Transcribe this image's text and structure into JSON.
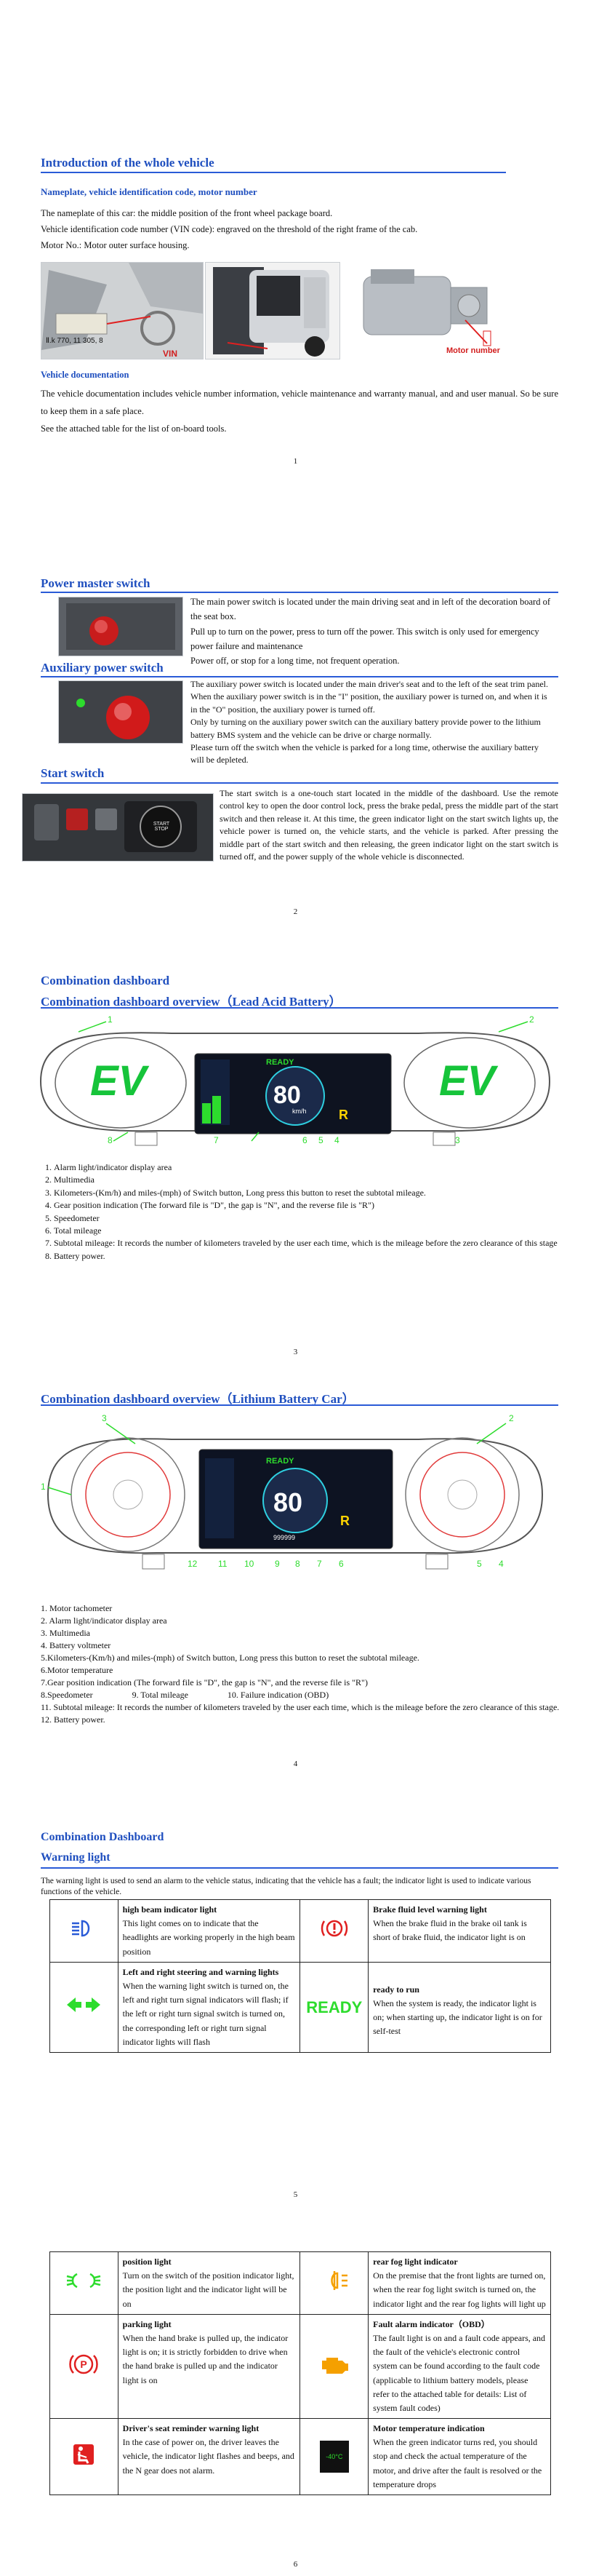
{
  "page1": {
    "title": "Introduction of the whole vehicle",
    "nameplate_heading": "Nameplate, vehicle identification code, motor number",
    "lines": [
      "The nameplate of this car: the middle position of the front wheel package board.",
      "Vehicle identification code number (VIN code): engraved on the threshold of the right frame of the cab.",
      "Motor No.: Motor outer surface housing."
    ],
    "vin_label": "VIN",
    "motor_label": "Motor number",
    "plate_text": "Ⅱ.k 770, 11 305, 8",
    "doc_heading": "Vehicle documentation",
    "doc_text": "The vehicle documentation includes vehicle number information, vehicle maintenance and warranty manual, and and user manual. So be sure to keep them in a safe place.",
    "doc_text2": "See the attached table for the list of on-board tools.",
    "page_number": "1"
  },
  "page2": {
    "power_title": "Power master switch",
    "power_text": "The main power switch is located under the main driving seat and in left of the decoration board of the seat box.\nPull up to turn on the power, press to turn off the power. This switch is only used for emergency power failure and maintenance\nPower off, or stop for a long time, not frequent operation.",
    "aux_title": "Auxiliary power switch",
    "aux_text": "The auxiliary power switch is located under the main driver's seat and to the left of the seat trim panel.\nWhen the auxiliary power switch is in the \"I\" position, the auxiliary power is turned on, and when it is in the \"O\" position, the auxiliary power is turned off.\nOnly by turning on the auxiliary power switch can the auxiliary battery provide power to the lithium battery BMS system and the vehicle can be drive or charge normally.\nPlease turn off the switch when the vehicle is parked for a long time, otherwise the auxiliary battery will be depleted.",
    "start_title": "Start switch",
    "start_text": "The start switch is a one-touch start located in the middle of the dashboard. Use the remote control key to open the door control lock, press the brake pedal, press the middle part of the start switch and then release it. At this time, the green indicator light on the start switch lights up, the vehicle power is turned on, the vehicle starts, and the vehicle is parked. After pressing the middle part of the start switch and then releasing, the green indicator light on the start switch is turned off, and the power supply of the whole vehicle is disconnected.",
    "start_button": "START STOP",
    "page_number": "2"
  },
  "page3": {
    "title1": "Combination dashboard",
    "title2": "Combination dashboard overview（Lead Acid Battery）",
    "ev": "EV",
    "speed": "80",
    "ready": "READY",
    "km": "km/h",
    "gear": "R",
    "callouts_top": [
      "1",
      "2"
    ],
    "callouts_bottom": [
      "8",
      "7",
      "6",
      "5",
      "4",
      "3"
    ],
    "items": [
      "Alarm light/indicator display area",
      "Multimedia",
      "Kilometers-(Km/h) and miles-(mph) of Switch button, Long press this button to reset the subtotal mileage.",
      "Gear position indication (The forward file is \"D\", the gap is \"N\", and the reverse file is \"R\")",
      "Speedometer",
      "Total mileage",
      "Subtotal mileage: It records the number of kilometers traveled by the user each time, which is the mileage before the zero clearance of this stage",
      "Battery power."
    ],
    "page_number": "3"
  },
  "page4": {
    "title": "Combination dashboard overview（Lithium Battery Car）",
    "speed": "80",
    "ready": "READY",
    "odo": "999999",
    "gear": "R",
    "callouts_top": [
      "3",
      "2"
    ],
    "callouts_bottom": [
      "12",
      "11",
      "10",
      "9",
      "8",
      "7",
      "6",
      "5",
      "4"
    ],
    "callout_left": "1",
    "items": [
      "1.  Motor tachometer",
      "2. Alarm light/indicator display area",
      "3. Multimedia",
      "4. Battery voltmeter",
      "5.Kilometers-(Km/h) and miles-(mph) of Switch button, Long press this button to reset the subtotal mileage.",
      "6.Motor temperature",
      "7.Gear position indication (The forward file is \"D\", the gap is \"N\", and the reverse file is \"R\")",
      "8.Speedometer                  9. Total mileage                  10. Failure indication (OBD)",
      "11. Subtotal mileage: It records the number of kilometers traveled by the user each time, which is the mileage before the zero clearance of this stage.",
      "12. Battery power."
    ],
    "page_number": "4"
  },
  "page5": {
    "title1": "Combination Dashboard",
    "title2": "Warning light",
    "intro": "The warning light is used to send an alarm to the vehicle status, indicating that the vehicle has a fault; the indicator light is used to indicate various functions of the vehicle.",
    "rows": [
      {
        "left_title": "high beam indicator light",
        "left_text": "This light comes on to indicate that the headlights are working properly in the high beam position",
        "right_title": "Brake fluid level warning light",
        "right_text": "When the brake fluid in the brake oil tank is short of brake fluid, the indicator light is on"
      },
      {
        "left_title": "Left and right steering and warning lights",
        "left_text": "When the warning light switch is turned on, the left and right turn signal indicators will flash; if the left or right turn signal switch is turned on, the corresponding left or right turn signal indicator lights will flash",
        "right_title": "ready to run",
        "right_text": "When the system is ready, the indicator light is on; when starting up, the indicator light is on for self-test",
        "right_icon_text": "READY"
      }
    ],
    "page_number": "5"
  },
  "page6": {
    "rows": [
      {
        "left_title": "position light",
        "left_text": "Turn on the switch of the position indicator light, the position light and the indicator light will be on",
        "right_title": "rear fog light indicator",
        "right_text": "On the premise that the front lights are turned on, when the rear fog light switch is turned on, the indicator light and the rear fog lights will light up"
      },
      {
        "left_title": "parking light",
        "left_text": "When the hand brake is pulled up, the indicator light is on; it is strictly forbidden to drive when the hand brake is pulled up and the indicator light is on",
        "right_title": "Fault alarm indicator（OBD）",
        "right_text": "The fault light is on and a fault code appears, and the fault of the vehicle's electronic control system can be found according to the fault code (applicable to lithium battery models, please refer to the attached table for details: List of system fault codes)"
      },
      {
        "left_title": "Driver's seat reminder warning light",
        "left_text": "In the case of power on, the driver leaves the vehicle, the indicator light flashes and beeps, and the N gear does not alarm.",
        "right_title": "Motor temperature indication",
        "right_text": "When the green indicator turns red, you should stop and check the actual temperature of the motor, and drive after the fault is resolved or the temperature drops",
        "right_icon_text": "-40°C"
      }
    ],
    "page_number": "6"
  }
}
